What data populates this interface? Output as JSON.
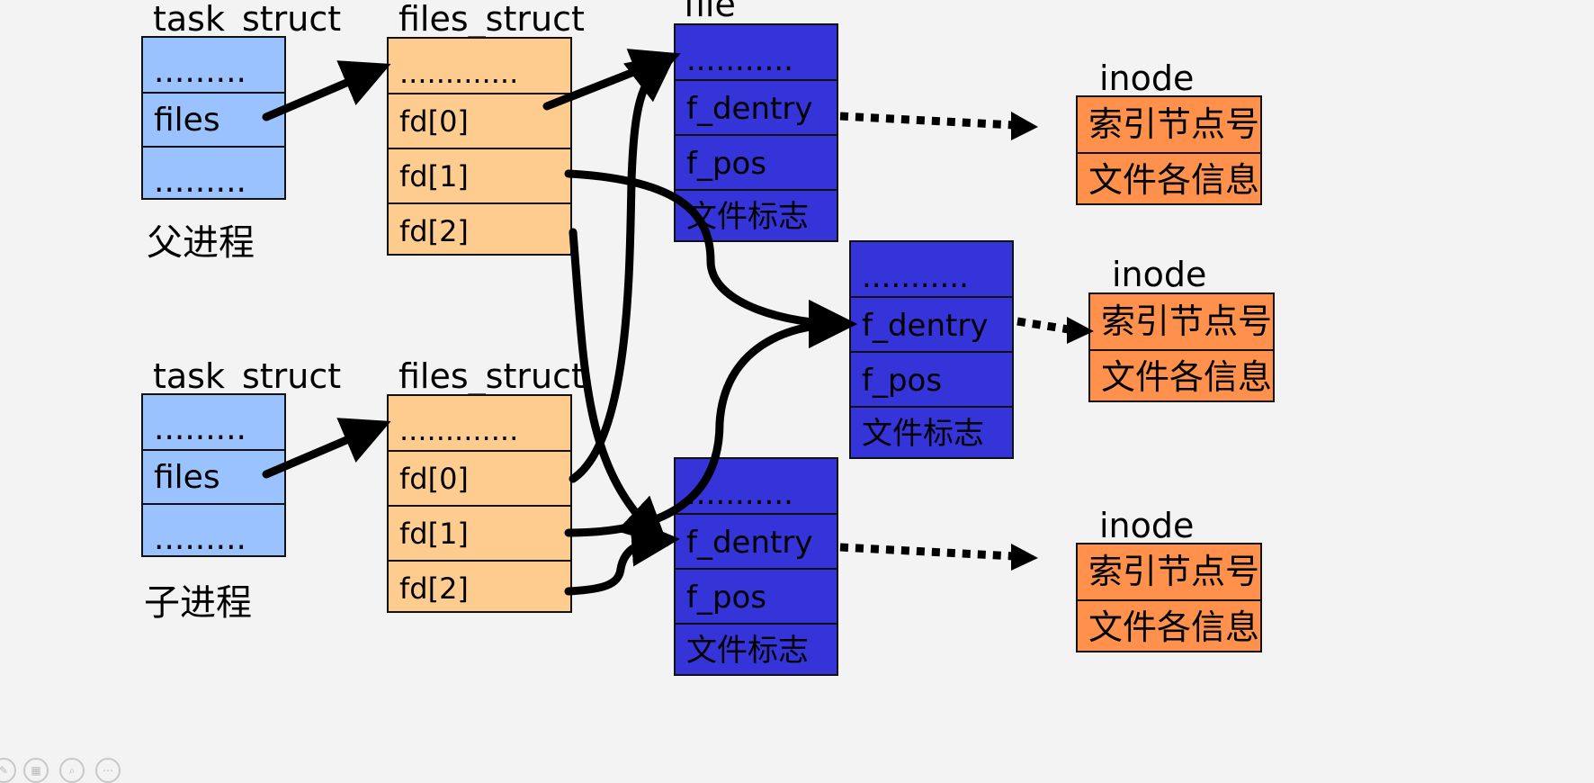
{
  "parent": {
    "task_title": "task_struct",
    "files_title": "files_struct",
    "caption": "父进程",
    "task_rows": [
      ".........",
      "files",
      "........."
    ],
    "files_rows": [
      ".............",
      "fd[0]",
      "fd[1]",
      "fd[2]"
    ]
  },
  "child": {
    "task_title": "task_struct",
    "files_title": "files_struct",
    "caption": "子进程",
    "task_rows": [
      ".........",
      "files",
      "........."
    ],
    "files_rows": [
      ".............",
      "fd[0]",
      "fd[1]",
      "fd[2]"
    ]
  },
  "file_title": "file",
  "files": [
    {
      "rows": [
        "...........",
        "f_dentry",
        "f_pos",
        "文件标志"
      ]
    },
    {
      "rows": [
        "...........",
        "f_dentry",
        "f_pos",
        "文件标志"
      ]
    },
    {
      "rows": [
        "...........",
        "f_dentry",
        "f_pos",
        "文件标志"
      ]
    }
  ],
  "inodes": [
    {
      "title": "inode",
      "rows": [
        "索引节点号",
        "文件各信息"
      ]
    },
    {
      "title": "inode",
      "rows": [
        "索引节点号",
        "文件各信息"
      ]
    },
    {
      "title": "inode",
      "rows": [
        "索引节点号",
        "文件各信息"
      ]
    }
  ],
  "colors": {
    "task_struct": "#99c2ff",
    "files_struct": "#ffcc8f",
    "file": "#3434d8",
    "inode": "#ff914d",
    "arrow": "#000000"
  },
  "toolbar_icons": [
    "pen-icon",
    "slides-icon",
    "zoom-icon",
    "more-icon"
  ]
}
